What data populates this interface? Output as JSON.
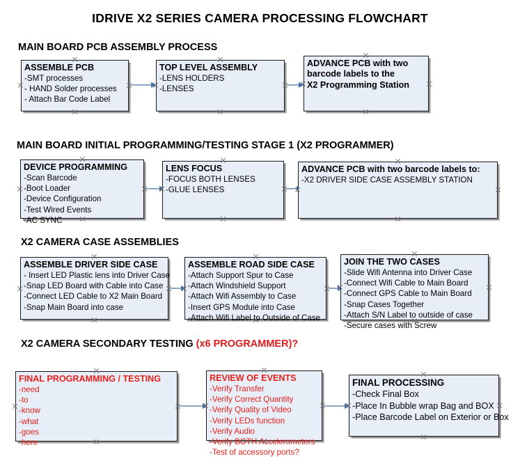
{
  "document": {
    "title": "IDRIVE X2  SERIES CAMERA PROCESSING FLOWCHART"
  },
  "sections": [
    {
      "id": "main-board-pcb-assembly-process",
      "heading": "MAIN BOARD PCB ASSEMBLY PROCESS",
      "heading_red": "",
      "nodes": [
        {
          "id": "assemble-pcb",
          "title": "ASSEMBLE PCB",
          "lines": [
            "-SMT processes",
            "- HAND Solder processes",
            "- Attach Bar Code Label"
          ],
          "color": "black"
        },
        {
          "id": "top-level-assembly",
          "title": "TOP LEVEL ASSEMBLY",
          "lines": [
            "-LENS HOLDERS",
            "-LENSES"
          ],
          "color": "black"
        },
        {
          "id": "advance-pcb-to-x2-programming-station",
          "title": "ADVANCE PCB with two",
          "lines": [
            "barcode labels to the",
            "X2 Programming Station"
          ],
          "color": "black"
        }
      ]
    },
    {
      "id": "main-board-initial-programming-testing-stage-1",
      "heading": "MAIN BOARD INITIAL PROGRAMMING/TESTING STAGE 1 (X2 PROGRAMMER)",
      "heading_red": "",
      "nodes": [
        {
          "id": "device-programming",
          "title": "DEVICE PROGRAMMING",
          "lines": [
            "-Scan Barcode",
            "-Boot Loader",
            "-Device Configuration",
            "-Test Wired Events",
            "-AC SYNC"
          ],
          "color": "black"
        },
        {
          "id": "lens-focus",
          "title": "LENS FOCUS",
          "lines": [
            "-FOCUS BOTH LENSES",
            "-GLUE LENSES"
          ],
          "color": "black"
        },
        {
          "id": "advance-pcb-to-driver-side-case-assembly-station",
          "title": "ADVANCE PCB with two barcode labels to:",
          "lines": [
            "-X2 DRIVER  SIDE  CASE  ASSEMBLY STATION"
          ],
          "color": "black"
        }
      ]
    },
    {
      "id": "x2-camera-case-assemblies",
      "heading": "X2 CAMERA CASE ASSEMBLIES",
      "heading_red": "",
      "nodes": [
        {
          "id": "assemble-driver-side-case",
          "title": "ASSEMBLE DRIVER SIDE CASE",
          "lines": [
            "- Insert LED Plastic lens into Driver Case",
            "-Snap LED Board with Cable into Case",
            "-Connect LED Cable to X2 Main Board",
            "-Snap Main Board into case"
          ],
          "color": "black"
        },
        {
          "id": "assemble-road-side-case",
          "title": "ASSEMBLE ROAD SIDE CASE",
          "lines": [
            "-Attach Support Spur to Case",
            "-Attach Windshield Support",
            "-Attach Wifi Assembly to Case",
            "-Insert GPS Module into Case",
            "-Attach Wifi Label to Outside of Case"
          ],
          "color": "black"
        },
        {
          "id": "join-the-two-cases",
          "title": "JOIN THE TWO CASES",
          "lines": [
            "-Slide Wifi Antenna into Driver Case",
            "-Connect Wifi Cable to Main Board",
            "-Connect GPS Cable to Main Board",
            "-Snap Cases Together",
            "-Attach S/N Label to outside of case",
            "-Secure cases with Screw"
          ],
          "color": "black"
        }
      ]
    },
    {
      "id": "x2-camera-secondary-testing",
      "heading": "X2 CAMERA SECONDARY TESTING ",
      "heading_red": "(x6 PROGRAMMER)?",
      "nodes": [
        {
          "id": "final-programming-testing",
          "title": "FINAL PROGRAMMING / TESTING",
          "lines": [
            "-need",
            "-to",
            "-know",
            "-what",
            "-goes",
            "-here"
          ],
          "color": "red"
        },
        {
          "id": "review-of-events",
          "title": "REVIEW OF EVENTS",
          "lines": [
            "-Verify Transfer",
            "-Verify Correct Quantity",
            "-Verify Quality of Video",
            "-Verify LEDs function",
            "-Verify Audio",
            "-Verify BOTH Accelerometers",
            "-Test of accessory ports?"
          ],
          "color": "red"
        },
        {
          "id": "final-processing",
          "title": "FINAL PROCESSING",
          "lines": [
            " -Check Final Box",
            "-Place In Bubble wrap Bag and BOX",
            "-Place Barcode Label on Exterior or Box"
          ],
          "color": "black"
        }
      ]
    }
  ],
  "colors": {
    "node_fill": "#e8eef7",
    "node_border": "#1a1a1a",
    "connector_shaft": "#8ba6c4",
    "connector_head": "#4472b0",
    "red_text": "#e8201b",
    "black_text": "#000000"
  }
}
